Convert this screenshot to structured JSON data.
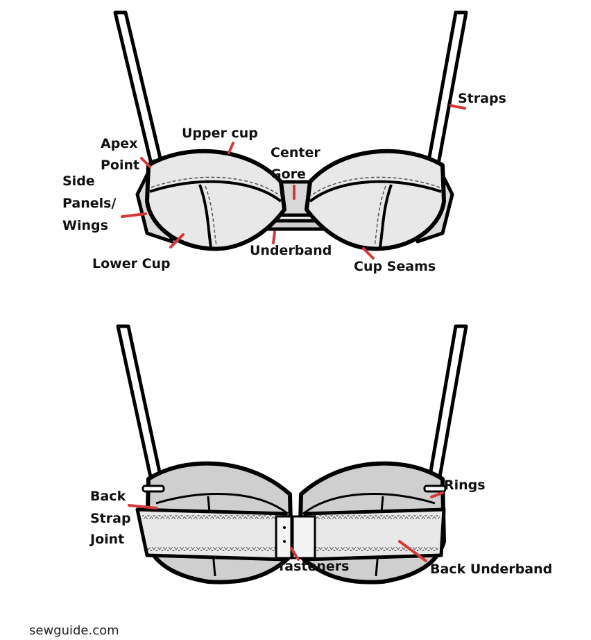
{
  "front_view": {
    "labels": {
      "straps": "Straps",
      "upper_cup": "Upper cup",
      "apex_point_1": "Apex",
      "apex_point_2": "Point",
      "center_gore_1": "Center",
      "center_gore_2": "Gore",
      "side_panels_1": "Side",
      "side_panels_2": "Panels/",
      "side_panels_3": "Wings",
      "lower_cup": "Lower Cup",
      "underband": "Underband",
      "cup_seams": "Cup Seams"
    }
  },
  "back_view": {
    "labels": {
      "rings": "Rings",
      "back_strap_joint_1": "Back",
      "back_strap_joint_2": "Strap",
      "back_strap_joint_3": "Joint",
      "fasteners": "fasteners",
      "back_underband": "Back Underband"
    }
  },
  "credit": "sewguide.com",
  "colors": {
    "pointer": "#d23a3a",
    "outline": "#000000",
    "fill": "#e6e6e6",
    "fill_dark": "#cfcfcf"
  }
}
